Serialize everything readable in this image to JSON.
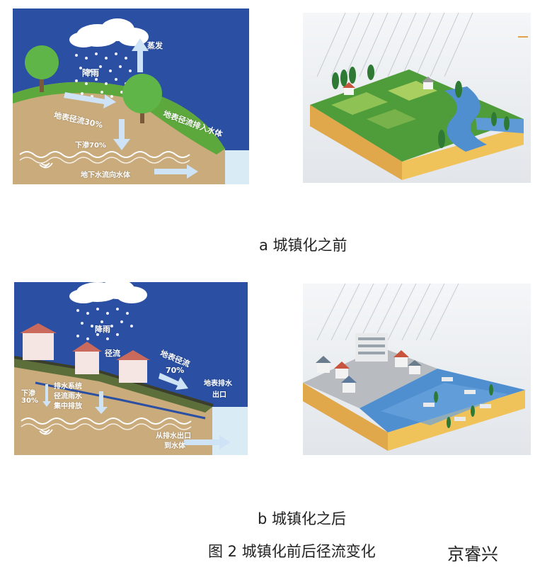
{
  "colors": {
    "sky_blue": "#2a4fa3",
    "ground_tan": "#c9ab7c",
    "grass_green": "#5da83c",
    "water_light": "#d9ecf5",
    "arrow_light": "#cfe3f6",
    "scene_bg": "#e6e9ed",
    "scene_water": "#4f8fd0"
  },
  "diagram_a": {
    "label_evaporation": "蒸发",
    "label_rainfall": "降雨",
    "label_runoff_pct": "地表径流30%",
    "label_runoff_to_water": "地表径流排入水体",
    "label_infiltration": "下渗70%",
    "label_groundwater": "地下水流向水体"
  },
  "diagram_b": {
    "label_rainfall": "降雨",
    "label_runoff": "径流",
    "label_surface_runoff": "地表径流",
    "label_surface_pct": "70%",
    "label_drain_outlet_1": "地表排水",
    "label_drain_outlet_2": "出口",
    "label_infiltration_1": "下渗",
    "label_infiltration_2": "30%",
    "label_drainage_1": "排水系统",
    "label_drainage_2": "径流雨水",
    "label_drainage_3": "集中排放",
    "label_outlet_1": "从排水出口",
    "label_outlet_2": "到水体"
  },
  "captions": {
    "caption_a": "a 城镇化之前",
    "caption_b": "b 城镇化之后",
    "figure_title": "图 2  城镇化前后径流变化",
    "author": "京睿兴"
  }
}
